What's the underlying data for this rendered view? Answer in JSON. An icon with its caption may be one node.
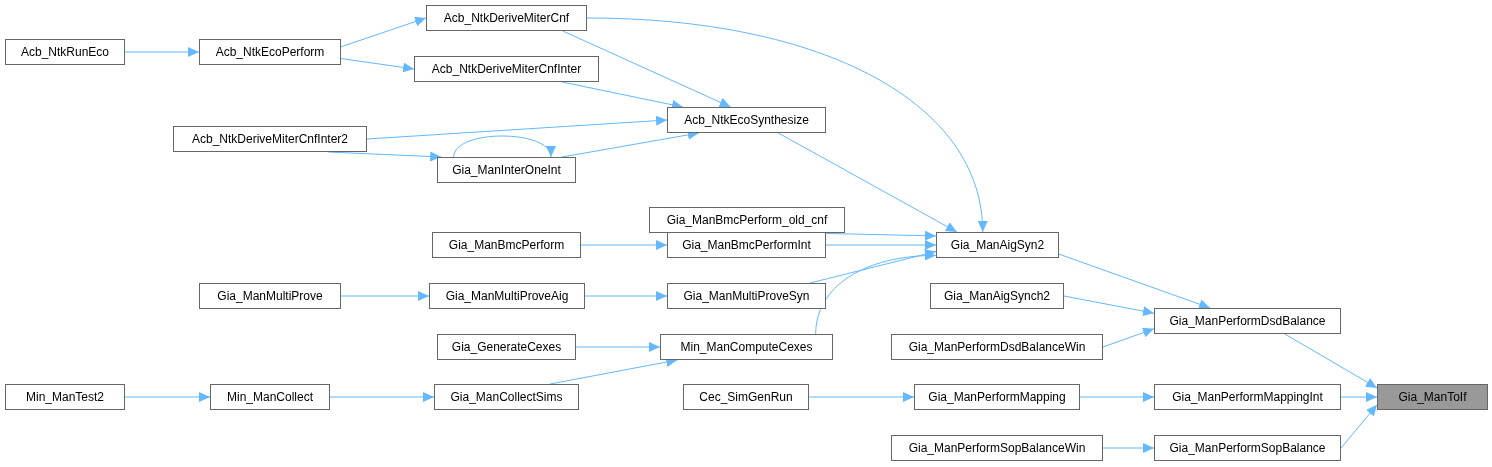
{
  "diagram": {
    "nodes": [
      {
        "text": [
          "Acb_NtkRunEco"
        ]
      },
      {
        "text": [
          "Acb_NtkEcoPerform"
        ]
      },
      {
        "text": [
          "Acb_NtkDeriveMiterCnf"
        ]
      },
      {
        "text": [
          "Acb_NtkDeriveMiterCnfInter"
        ]
      },
      {
        "text": [
          "Acb_NtkDeriveMiterCnfInter2"
        ]
      },
      {
        "text": [
          "Acb_NtkEcoSynthesize"
        ]
      },
      {
        "text": [
          "Gia_ManInterOneInt"
        ]
      },
      {
        "text": [
          "Gia_ManBmcPerform_old_cnf"
        ]
      },
      {
        "text": [
          "Gia_ManBmcPerform"
        ]
      },
      {
        "text": [
          "Gia_ManBmcPerformInt"
        ]
      },
      {
        "text": [
          "Gia_ManAigSyn2"
        ]
      },
      {
        "text": [
          "Gia_ManMultiProve"
        ]
      },
      {
        "text": [
          "Gia_ManMultiProveAig"
        ]
      },
      {
        "text": [
          "Gia_ManMultiProveSyn"
        ]
      },
      {
        "text": [
          "Gia_ManAigSynch2"
        ]
      },
      {
        "text": [
          "Gia_GenerateCexes"
        ]
      },
      {
        "text": [
          "Min_ManComputeCexes"
        ]
      },
      {
        "text": [
          "Gia_ManPerformDsdBalance"
        ]
      },
      {
        "text": [
          "Gia_ManPerformDsdBalanceWin"
        ]
      },
      {
        "text": [
          "Min_ManTest2"
        ]
      },
      {
        "text": [
          "Min_ManCollect"
        ]
      },
      {
        "text": [
          "Gia_ManCollectSims"
        ]
      },
      {
        "text": [
          "Cec_SimGenRun"
        ]
      },
      {
        "text": [
          "Gia_ManPerformMapping"
        ]
      },
      {
        "text": [
          "Gia_ManPerformMappingInt"
        ]
      },
      {
        "text": [
          "Gia_ManToIf"
        ]
      },
      {
        "text": [
          "Gia_ManPerformSopBalanceWin"
        ]
      },
      {
        "text": [
          "Gia_ManPerformSopBalance"
        ]
      }
    ],
    "edges": [
      {
        "from": 0,
        "to": 1,
        "arrow": "to"
      },
      {
        "from": 1,
        "to": 2,
        "arrow": "to"
      },
      {
        "from": 1,
        "to": 3,
        "arrow": "to"
      },
      {
        "from": 2,
        "to": 5,
        "arrow": "to"
      },
      {
        "from": 3,
        "to": 5,
        "arrow": "to"
      },
      {
        "from": 4,
        "to": 5,
        "arrow": "to"
      },
      {
        "from": 4,
        "to": 6,
        "arrow": "to"
      },
      {
        "from": 6,
        "to": 6,
        "arrow": "to"
      },
      {
        "from": 6,
        "to": 5,
        "arrow": "to"
      },
      {
        "from": 2,
        "to": 10,
        "arrow": "to"
      },
      {
        "from": 5,
        "to": 10,
        "arrow": "to"
      },
      {
        "from": 7,
        "to": 10,
        "arrow": "to"
      },
      {
        "from": 8,
        "to": 9,
        "arrow": "to"
      },
      {
        "from": 9,
        "to": 10,
        "arrow": "to"
      },
      {
        "from": 11,
        "to": 12,
        "arrow": "to"
      },
      {
        "from": 12,
        "to": 13,
        "arrow": "to"
      },
      {
        "from": 13,
        "to": 10,
        "arrow": "to"
      },
      {
        "from": 16,
        "to": 10,
        "arrow": "to"
      },
      {
        "from": 15,
        "to": 16,
        "arrow": "to"
      },
      {
        "from": 21,
        "to": 16,
        "arrow": "to"
      },
      {
        "from": 19,
        "to": 20,
        "arrow": "to"
      },
      {
        "from": 20,
        "to": 21,
        "arrow": "to"
      },
      {
        "from": 10,
        "to": 17,
        "arrow": "to"
      },
      {
        "from": 14,
        "to": 17,
        "arrow": "to"
      },
      {
        "from": 18,
        "to": 17,
        "arrow": "to"
      },
      {
        "from": 17,
        "to": 25,
        "arrow": "to"
      },
      {
        "from": 22,
        "to": 23,
        "arrow": "to"
      },
      {
        "from": 23,
        "to": 24,
        "arrow": "to"
      },
      {
        "from": 24,
        "to": 25,
        "arrow": "to"
      },
      {
        "from": 26,
        "to": 27,
        "arrow": "to"
      },
      {
        "from": 27,
        "to": 25,
        "arrow": "to"
      }
    ]
  }
}
